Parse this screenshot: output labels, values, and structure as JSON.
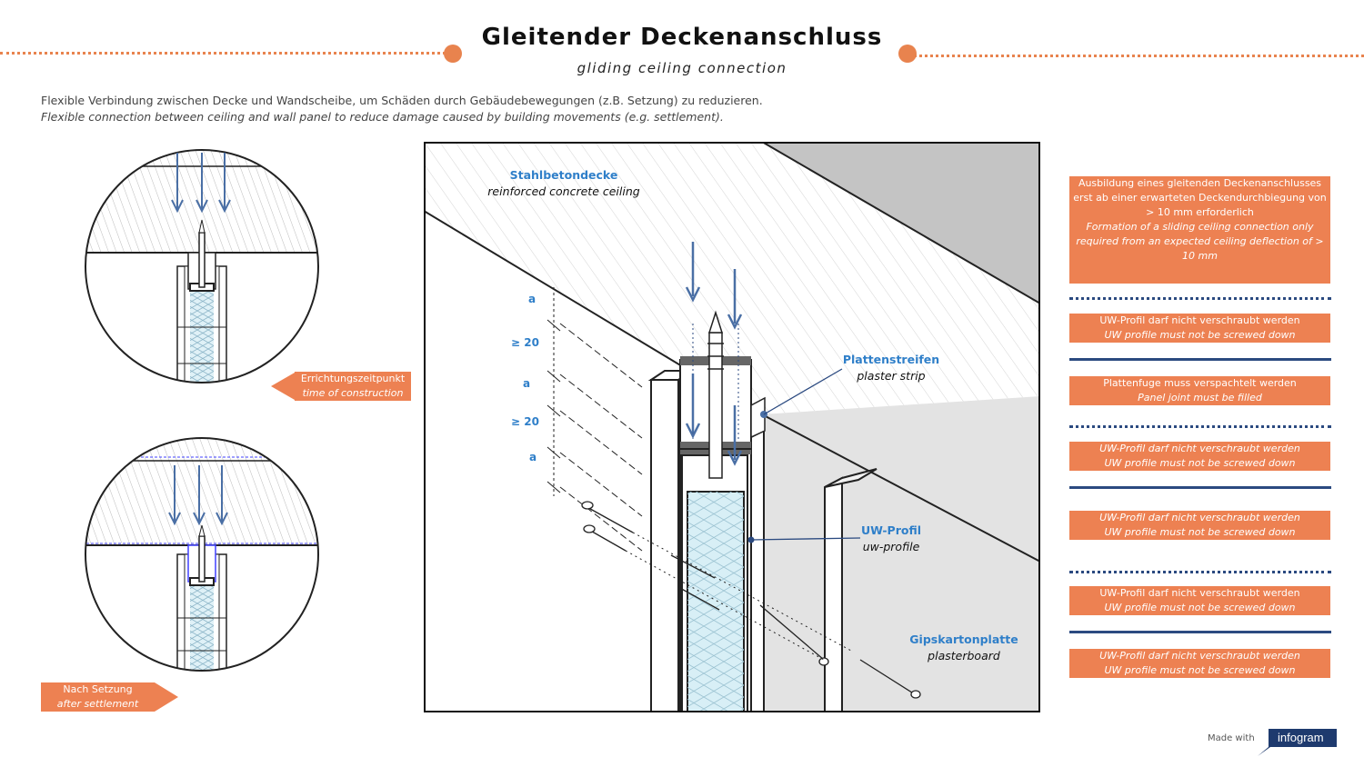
{
  "header": {
    "title": "Gleitender Deckenanschluss",
    "subtitle": "gliding ceiling connection"
  },
  "intro": {
    "de": "Flexible Verbindung zwischen Decke und Wandscheibe, um Schäden durch Gebäudebewegungen (z.B. Setzung) zu reduzieren.",
    "en": "Flexible connection between ceiling and wall panel to reduce damage caused by building movements (e.g. settlement)."
  },
  "left_labels": {
    "construction_de": "Errichtungszeitpunkt",
    "construction_en": "time of construction",
    "settlement_de": "Nach Setzung",
    "settlement_en": "after settlement"
  },
  "diagram_labels": {
    "ceiling_de": "Stahlbetondecke",
    "ceiling_en": "reinforced concrete ceiling",
    "strip_de": "Plattenstreifen",
    "strip_en": "plaster strip",
    "profile_de": "UW-Profil",
    "profile_en": "uw-profile",
    "board_de": "Gipskartonplatte",
    "board_en": "plasterboard"
  },
  "dimensions": [
    "a",
    "≥ 20",
    "a",
    "≥ 20",
    "a"
  ],
  "notes": [
    {
      "de": "Ausbildung eines gleitenden Deckenanschlusses erst ab einer erwarteten Deckendurchbiegung von > 10 mm erforderlich",
      "en": "Formation of a sliding ceiling connection only required from an expected ceiling deflection of > 10 mm"
    },
    {
      "de": "UW-Profil darf nicht verschraubt werden",
      "en": "UW profile must not be screwed down"
    },
    {
      "de": "Plattenfuge muss verspachtelt werden",
      "en": "Panel joint must be filled"
    },
    {
      "de": "UW-Profil darf nicht verschraubt werden",
      "en": "UW profile must not be screwed down"
    },
    {
      "de": "UW-Profil darf nicht verschraubt werden",
      "en": "UW profile must not be screwed down"
    },
    {
      "de": "UW-Profil darf nicht verschraubt werden",
      "en": "UW profile must not be screwed down"
    },
    {
      "de": "UW-Profil darf nicht verschraubt werden",
      "en": "UW profile must not be screwed down"
    }
  ],
  "footer": {
    "made_with": "Made with",
    "brand": "infogram"
  },
  "colors": {
    "accent": "#ed8152",
    "label_blue": "#2f7fc9",
    "separator": "#2b4a80"
  }
}
